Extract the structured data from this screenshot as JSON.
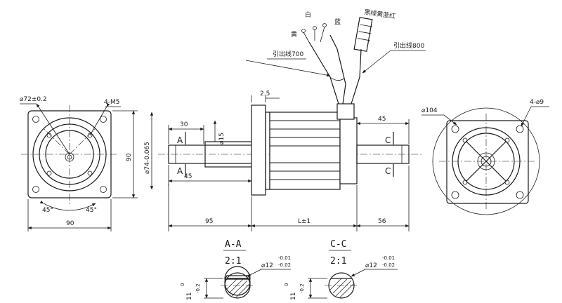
{
  "front_view": {
    "pcd": "⌀72±0.2",
    "holes": "4-M5",
    "height": "90",
    "width": "90",
    "angle_left": "45°",
    "angle_right": "45°"
  },
  "side_view": {
    "flange_thickness": "2.5",
    "key_length": "30",
    "shaft_step": "⌀15",
    "pilot": "⌀74-0.065",
    "shaft_length": "45",
    "overall_front": "95",
    "body_length": "L±1",
    "rear_shaft": "56",
    "rear_key": "45",
    "section_a_top": "A",
    "section_a_bottom": "A",
    "section_c_top": "C",
    "section_c_bottom": "C"
  },
  "wires": {
    "yellow": "黄",
    "white": "白",
    "blue": "蓝",
    "colors_connector": "黑绿黄蓝红",
    "lead_700": "引出线700",
    "lead_800": "引出线800"
  },
  "rear_view": {
    "diameter": "⌀104",
    "holes": "4-⌀9"
  },
  "section_aa": {
    "title": "A-A",
    "scale": "2:1",
    "dia_main": "⌀12",
    "dia_tol_top": "-0.01",
    "dia_tol_bot": "-0.02",
    "flat_main": "11",
    "flat_tol_top": "0",
    "flat_tol_bot": "-0.2"
  },
  "section_cc": {
    "title": "C-C",
    "scale": "2:1",
    "dia_main": "⌀12",
    "dia_tol_top": "-0.01",
    "dia_tol_bot": "-0.02",
    "flat_main": "11",
    "flat_tol_top": "0",
    "flat_tol_bot": "-0.2"
  }
}
